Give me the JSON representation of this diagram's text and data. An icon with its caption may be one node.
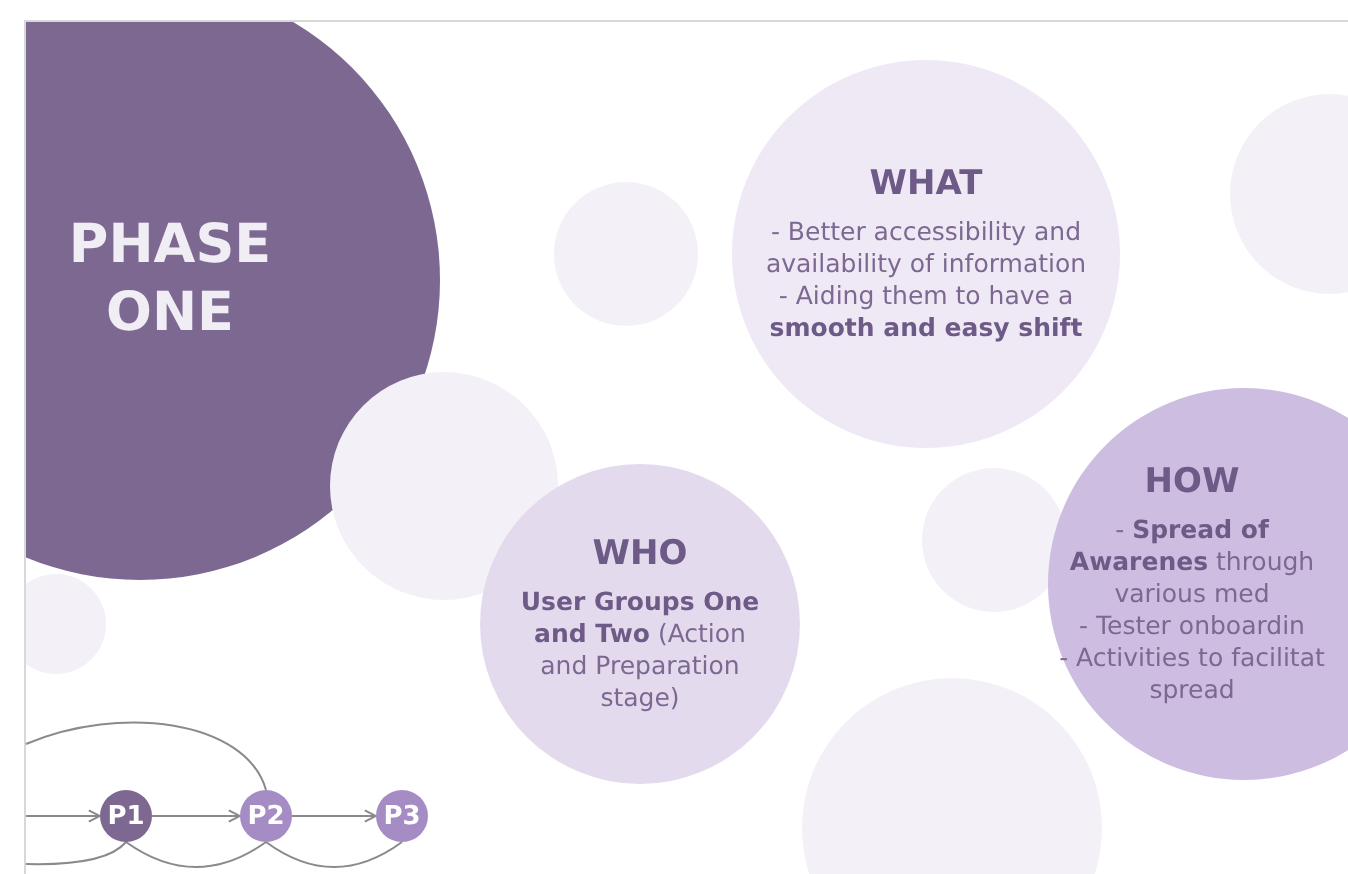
{
  "diagram": {
    "nodes": [
      {
        "text": [
          "PHASE ONE"
        ]
      },
      {
        "text": [],
        "shape": "circle"
      },
      {
        "text": [
          "WHAT",
          "- Better accessibility and availability of information",
          "- Aiding them to have a **smooth and easy shift**"
        ]
      },
      {
        "text": [],
        "shape": "circle"
      },
      {
        "text": [],
        "shape": "circle"
      },
      {
        "text": [],
        "shape": "circle"
      },
      {
        "text": [
          "HOW",
          "- **Spread of Awarenes** through various med",
          "- Tester onboardin",
          "- Activities to facilitat spread"
        ]
      },
      {
        "text": [
          "WHO",
          "**User Groups One and Two** (Action and Preparation stage)"
        ]
      },
      {
        "text": [],
        "shape": "circle"
      },
      {
        "text": [],
        "shape": "circle"
      },
      {
        "text": [
          "P1"
        ]
      },
      {
        "text": [
          "P2"
        ]
      },
      {
        "text": [
          "P3"
        ]
      }
    ],
    "edges": [
      {
        "from": null,
        "to": 10,
        "arrow": "to"
      },
      {
        "from": 10,
        "to": 11,
        "arrow": "to"
      },
      {
        "from": 11,
        "to": 12,
        "arrow": "to"
      },
      {
        "from": null,
        "to": 11,
        "arrow": "none"
      },
      {
        "from": null,
        "to": 10,
        "arrow": "none"
      },
      {
        "from": 10,
        "to": 11,
        "arrow": "none"
      },
      {
        "from": 11,
        "to": 12,
        "arrow": "none"
      }
    ]
  }
}
